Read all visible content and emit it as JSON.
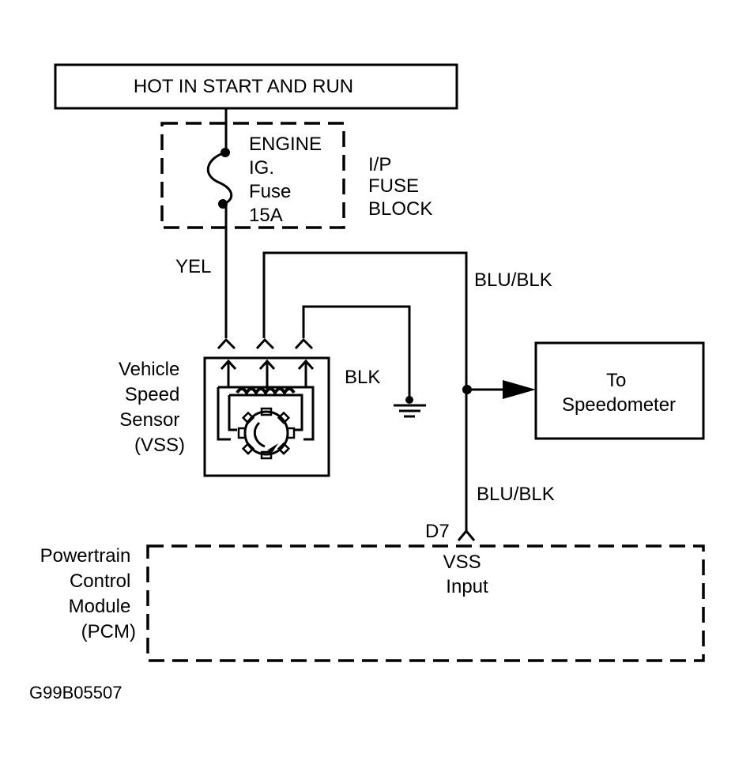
{
  "power_source": {
    "label": "HOT IN START AND RUN"
  },
  "fuse": {
    "lines": [
      "ENGINE",
      "IG.",
      "Fuse",
      "15A"
    ],
    "block_label": [
      "I/P",
      "FUSE",
      "BLOCK"
    ]
  },
  "wires": {
    "power": "YEL",
    "signal_upper": "BLU/BLK",
    "ground": "BLK",
    "signal_lower": "BLU/BLK"
  },
  "sensor": {
    "label": [
      "Vehicle",
      "Speed",
      "Sensor",
      "(VSS)"
    ]
  },
  "speedometer": {
    "label": [
      "To",
      "Speedometer"
    ]
  },
  "pcm": {
    "label": [
      "Powertrain",
      "Control",
      "Module",
      "(PCM)"
    ],
    "pin": "D7",
    "input_label": [
      "VSS",
      "Input"
    ]
  },
  "figure_id": "G99B05507",
  "colors": {
    "ink": "#000000",
    "background": "#ffffff"
  }
}
